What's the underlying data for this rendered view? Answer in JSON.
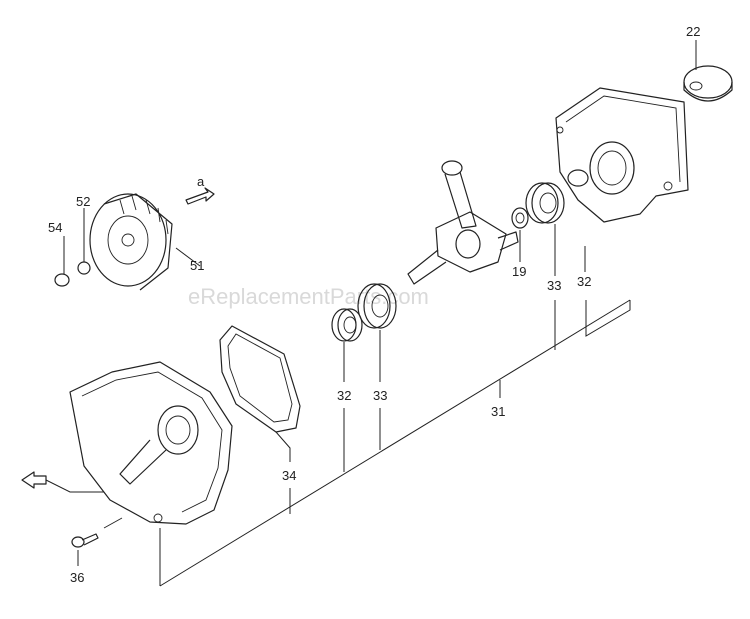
{
  "watermark": "eReplacementParts.com",
  "flywheel_arrow_label": "a",
  "callouts": {
    "c22": "22",
    "c54": "54",
    "c52": "52",
    "c51": "51",
    "c19": "19",
    "c33_right": "33",
    "c32_right": "32",
    "c31": "31",
    "c32_left": "32",
    "c33_left": "33",
    "c34": "34",
    "c36": "36"
  }
}
